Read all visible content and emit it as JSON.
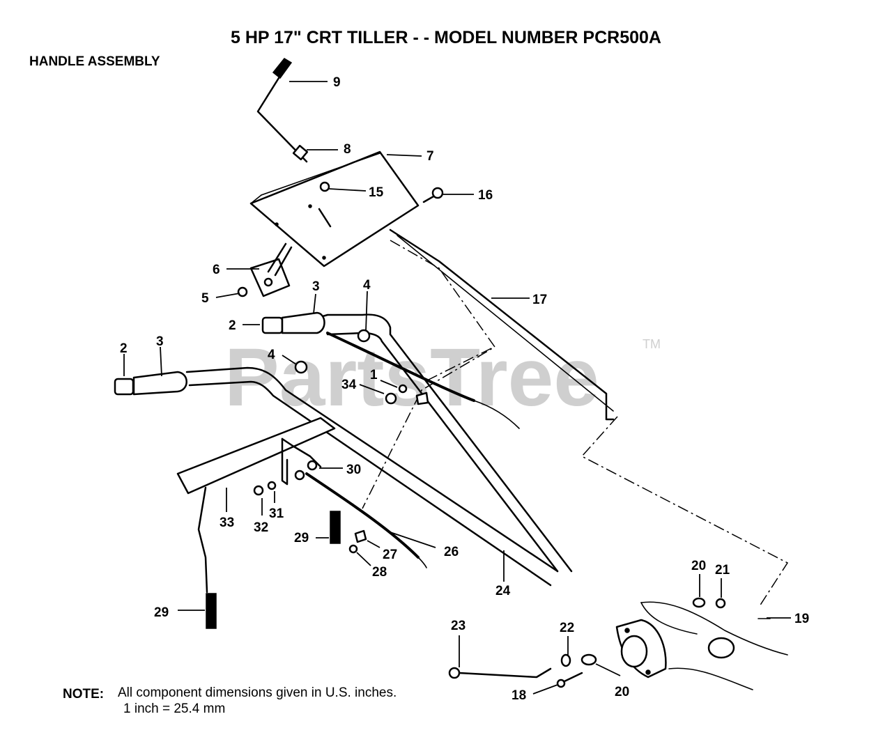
{
  "header": {
    "title": "5 HP  17\" CRT TILLER - - MODEL NUMBER PCR500A",
    "subtitle": "HANDLE ASSEMBLY"
  },
  "watermark": {
    "text": "PartsTree",
    "trademark": "TM"
  },
  "callouts": {
    "c9": "9",
    "c8": "8",
    "c7": "7",
    "c15": "15",
    "c16": "16",
    "c6": "6",
    "c5": "5",
    "c3a": "3",
    "c4a": "4",
    "c17": "17",
    "c2a": "2",
    "c2b": "2",
    "c3b": "3",
    "c4b": "4",
    "c1": "1",
    "c34": "34",
    "c30": "30",
    "c33": "33",
    "c32": "32",
    "c31": "31",
    "c29a": "29",
    "c27": "27",
    "c26": "26",
    "c28": "28",
    "c24": "24",
    "c29b": "29",
    "c20a": "20",
    "c21": "21",
    "c19": "19",
    "c23": "23",
    "c22": "22",
    "c18": "18",
    "c20b": "20"
  },
  "note": {
    "label": "NOTE:",
    "line1": "All component dimensions given in U.S. inches.",
    "line2": "1 inch = 25.4 mm"
  }
}
